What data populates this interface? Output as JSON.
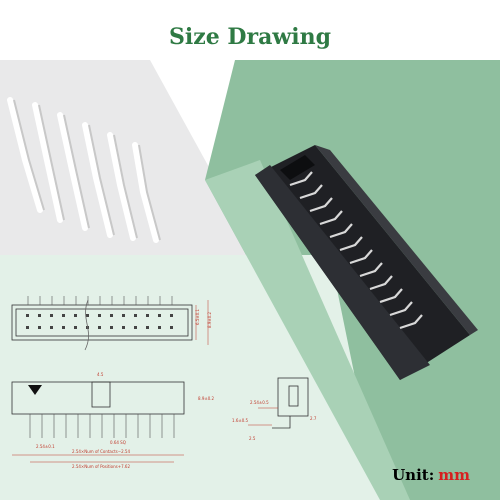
{
  "heading": {
    "title": "Size Drawing"
  },
  "unit": {
    "label": "Unit:",
    "value": "mm"
  },
  "drawing": {
    "dims": {
      "pitch_total_1": "2.54×Num of Contacts−2.54",
      "pitch_total_2": "2.54×Num of Positions+7.62",
      "pin_pitch": "2.54±0.1",
      "height_1": "6.5±0.1",
      "height_2": "8.9±0.2",
      "pin_width": "0.64 SQ",
      "key_width": "4.5",
      "top_height": "8.9±0.2",
      "side_1": "2.54±0.5",
      "side_2": "1.6±0.5",
      "side_3": "2.5",
      "side_4": "2.7"
    }
  },
  "colors": {
    "title": "#2f7a44",
    "mint": "#8fbf9f",
    "mint_light": "#c9e3d1",
    "unit_value": "#d6201f"
  }
}
